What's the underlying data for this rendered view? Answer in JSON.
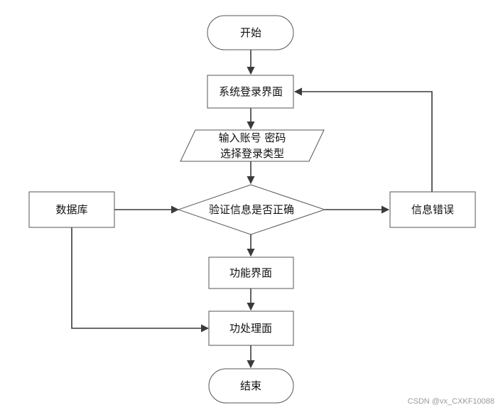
{
  "diagram": {
    "nodes": {
      "start": "开始",
      "login_ui": "系统登录界面",
      "input_line1": "输入账号 密码",
      "input_line2": "选择登录类型",
      "database": "数据库",
      "verify": "验证信息是否正确",
      "error": "信息错误",
      "function_ui": "功能界面",
      "process_ui": "功处理面",
      "end": "结束"
    },
    "edges": [
      {
        "from": "start",
        "to": "login_ui"
      },
      {
        "from": "login_ui",
        "to": "input"
      },
      {
        "from": "input",
        "to": "verify"
      },
      {
        "from": "database",
        "to": "verify"
      },
      {
        "from": "verify",
        "to": "error"
      },
      {
        "from": "error",
        "to": "login_ui"
      },
      {
        "from": "verify",
        "to": "function_ui"
      },
      {
        "from": "database",
        "to": "process_ui"
      },
      {
        "from": "function_ui",
        "to": "process_ui"
      },
      {
        "from": "process_ui",
        "to": "end"
      }
    ]
  },
  "watermark": "CSDN @vx_CXKF10088",
  "colors": {
    "stroke": "#555555",
    "arrow": "#3a3a3a",
    "fill": "#ffffff"
  }
}
